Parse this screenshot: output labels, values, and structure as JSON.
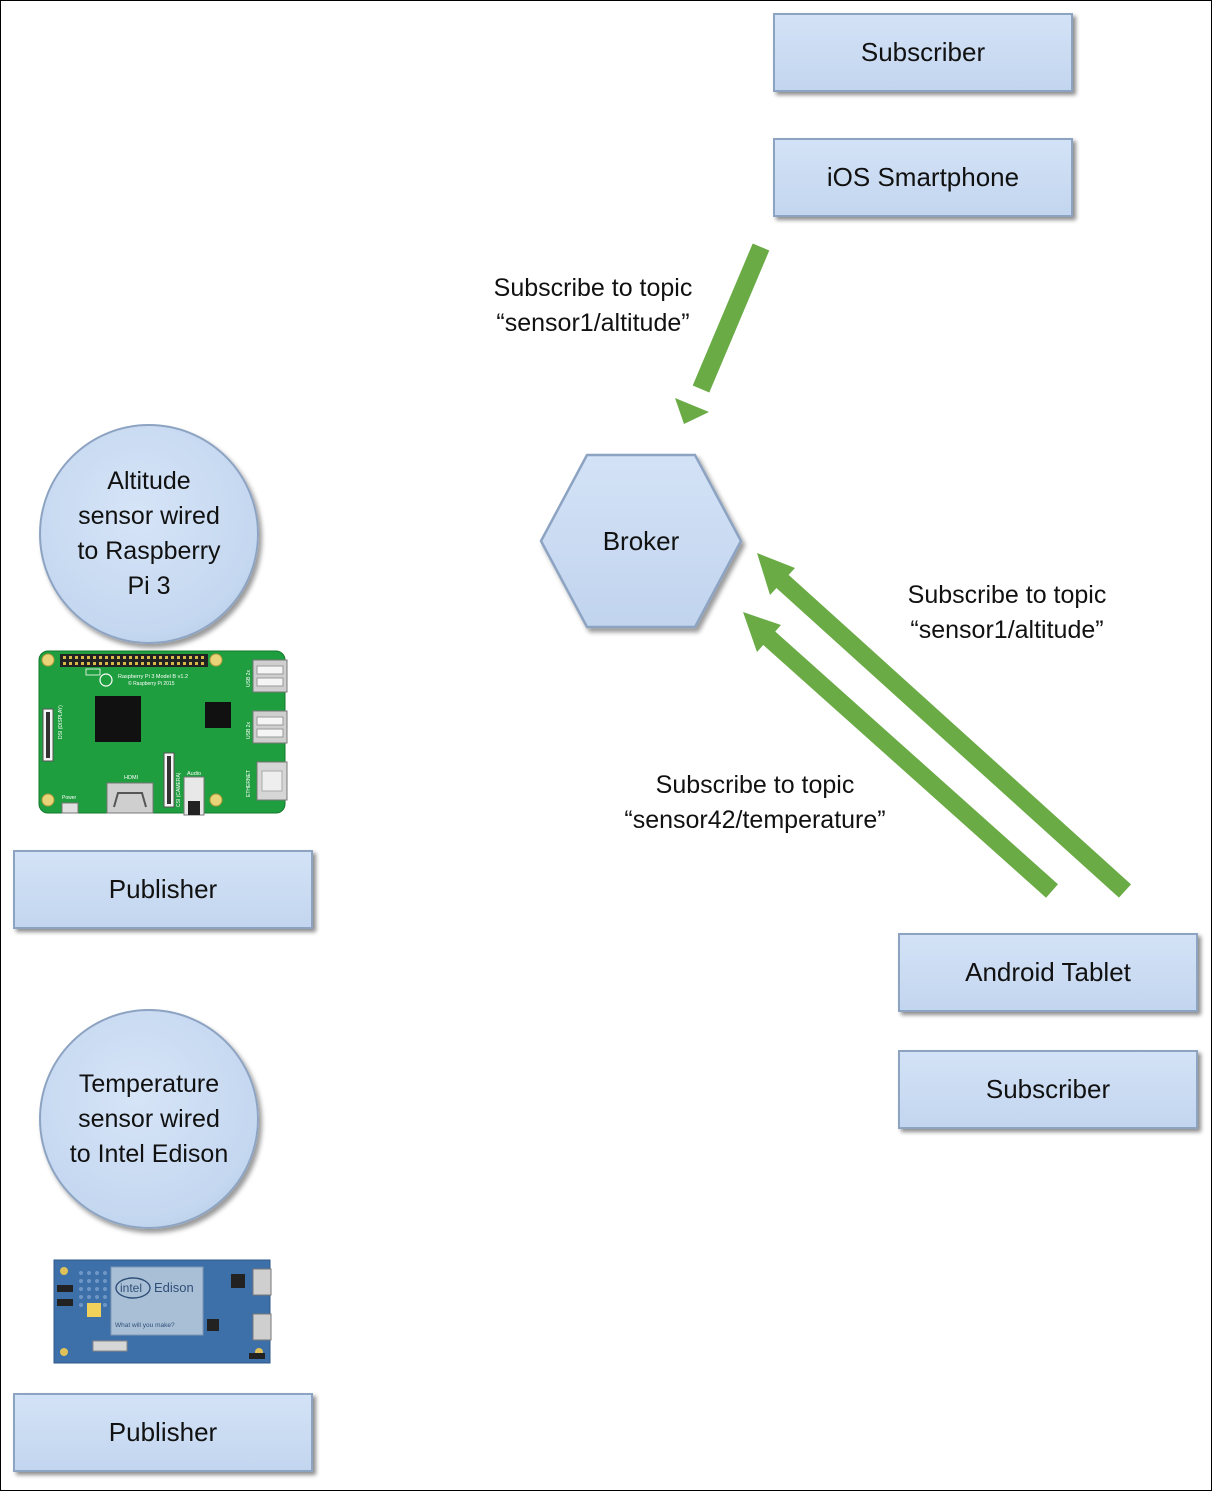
{
  "boxes": {
    "subscriber_top": "Subscriber",
    "ios_device": "iOS Smartphone",
    "android_device": "Android Tablet",
    "subscriber_bottom": "Subscriber",
    "publisher_top": "Publisher",
    "publisher_bottom": "Publisher"
  },
  "broker": {
    "label": "Broker"
  },
  "sensors": {
    "altitude": {
      "line1": "Altitude",
      "line2": "sensor wired",
      "line3": "to Raspberry",
      "line4": "Pi 3"
    },
    "temperature": {
      "line1": "Temperature",
      "line2": "sensor wired",
      "line3": "to Intel Edison"
    }
  },
  "arrow_labels": {
    "ios_subscribe": {
      "line1": "Subscribe to topic",
      "line2": "“sensor1/altitude”"
    },
    "android_altitude": {
      "line1": "Subscribe to topic",
      "line2": "“sensor1/altitude”"
    },
    "android_temperature": {
      "line1": "Subscribe to topic",
      "line2": "“sensor42/temperature”"
    }
  },
  "boards": {
    "raspberry_pi": {
      "model_text": "Raspberry Pi 3 Model B v1.2",
      "copyright_text": "© Raspberry Pi 2015",
      "hdmi_label": "HDMI",
      "power_label": "Power",
      "audio_label": "Audio",
      "usb_label": "USB 2x",
      "ethernet_label": "ETHERNET",
      "display_label": "DSI (DISPLAY)",
      "camera_label": "CSI (CAMERA)"
    },
    "intel_edison": {
      "brand": "intel",
      "product": "Edison",
      "tagline": "What will you make?"
    }
  },
  "colors": {
    "arrow": "#6aab46",
    "box_fill": "#c9dbf3",
    "box_border": "#8da3c2",
    "rpi_green": "#1e9e3e",
    "edison_blue": "#3d6fa8"
  }
}
